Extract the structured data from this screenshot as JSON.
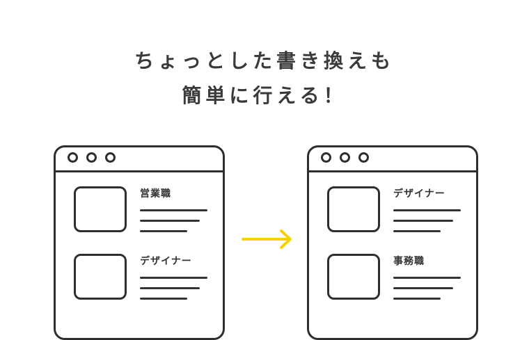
{
  "headline": {
    "line1": "ちょっとした書き換えも",
    "line2": "簡単に行える！"
  },
  "colors": {
    "stroke": "#2e2e2e",
    "arrow": "#f7d200",
    "background": "#ffffff"
  },
  "before_window": {
    "cards": [
      {
        "label": "営業職"
      },
      {
        "label": "デザイナー"
      }
    ]
  },
  "arrow": {
    "icon": "arrow-right-icon"
  },
  "after_window": {
    "cards": [
      {
        "label": "デザイナー"
      },
      {
        "label": "事務職"
      }
    ]
  }
}
